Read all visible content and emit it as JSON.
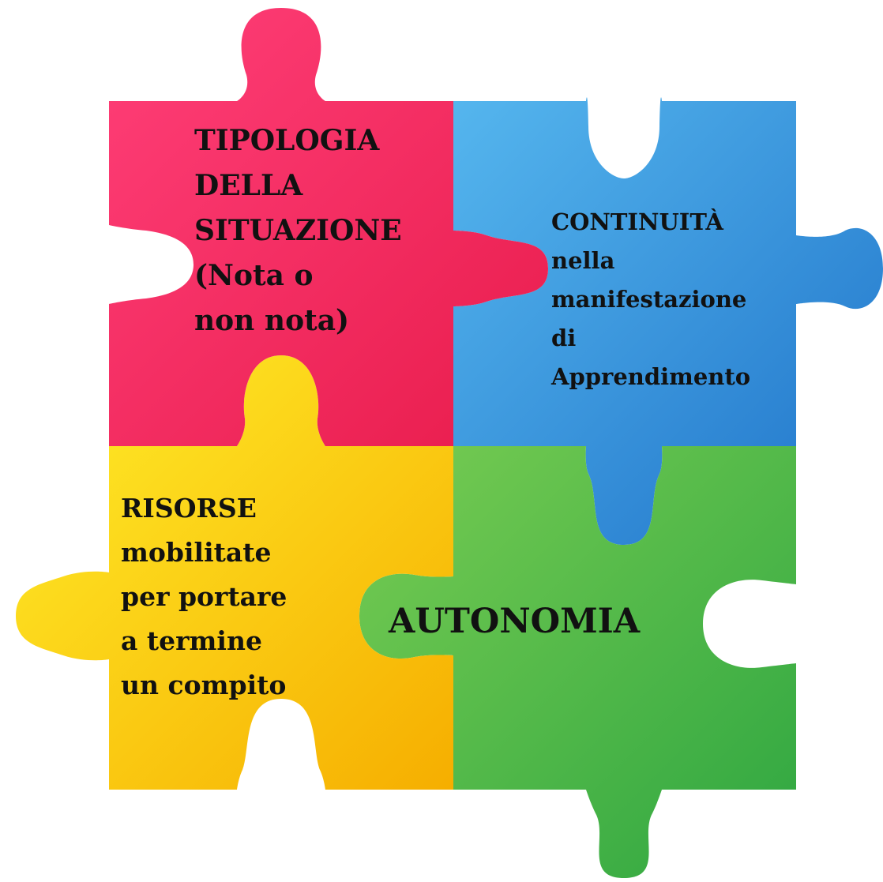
{
  "colors": {
    "red": "#f0275e",
    "blue": "#2f8fdc",
    "yellow": "#f7d21a",
    "green": "#4cb848",
    "text": "#111111"
  },
  "pieces": {
    "red": {
      "lines": [
        "TIPOLOGIA",
        "DELLA",
        "SITUAZIONE",
        "(Nota o",
        "non nota)"
      ]
    },
    "blue": {
      "lines": [
        "CONTINUITÀ",
        "nella",
        "manifestazione",
        "di",
        "Apprendimento"
      ]
    },
    "yellow": {
      "lines": [
        "RISORSE",
        "mobilitate",
        "per portare",
        "a termine",
        "un compito"
      ]
    },
    "green": {
      "lines": [
        "AUTONOMIA"
      ]
    }
  }
}
